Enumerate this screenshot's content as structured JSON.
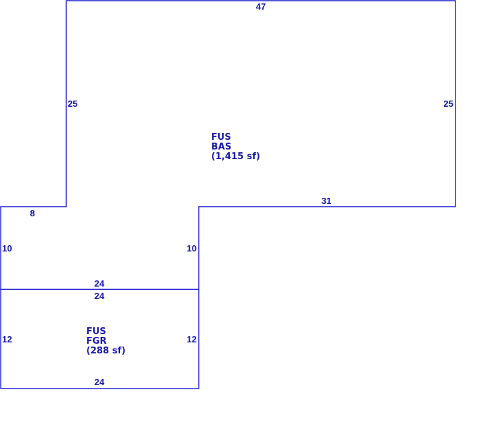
{
  "colors": {
    "line": "#1a1ad0",
    "text": "#1a1aa8",
    "background": "#ffffff"
  },
  "areas": {
    "main": {
      "level": "FUS",
      "code": "BAS",
      "size": "(1,415 sf)"
    },
    "garage": {
      "level": "FUS",
      "code": "FGR",
      "size": "(288 sf)"
    }
  },
  "dimensions": {
    "main_top": "47",
    "main_left_upper": "25",
    "main_right": "25",
    "main_step_bottom": "31",
    "main_left_notch": "8",
    "main_left_lower": "10",
    "main_inner_side": "10",
    "main_bottom": "24",
    "garage_top": "24",
    "garage_left": "12",
    "garage_right": "12",
    "garage_bottom": "24"
  }
}
